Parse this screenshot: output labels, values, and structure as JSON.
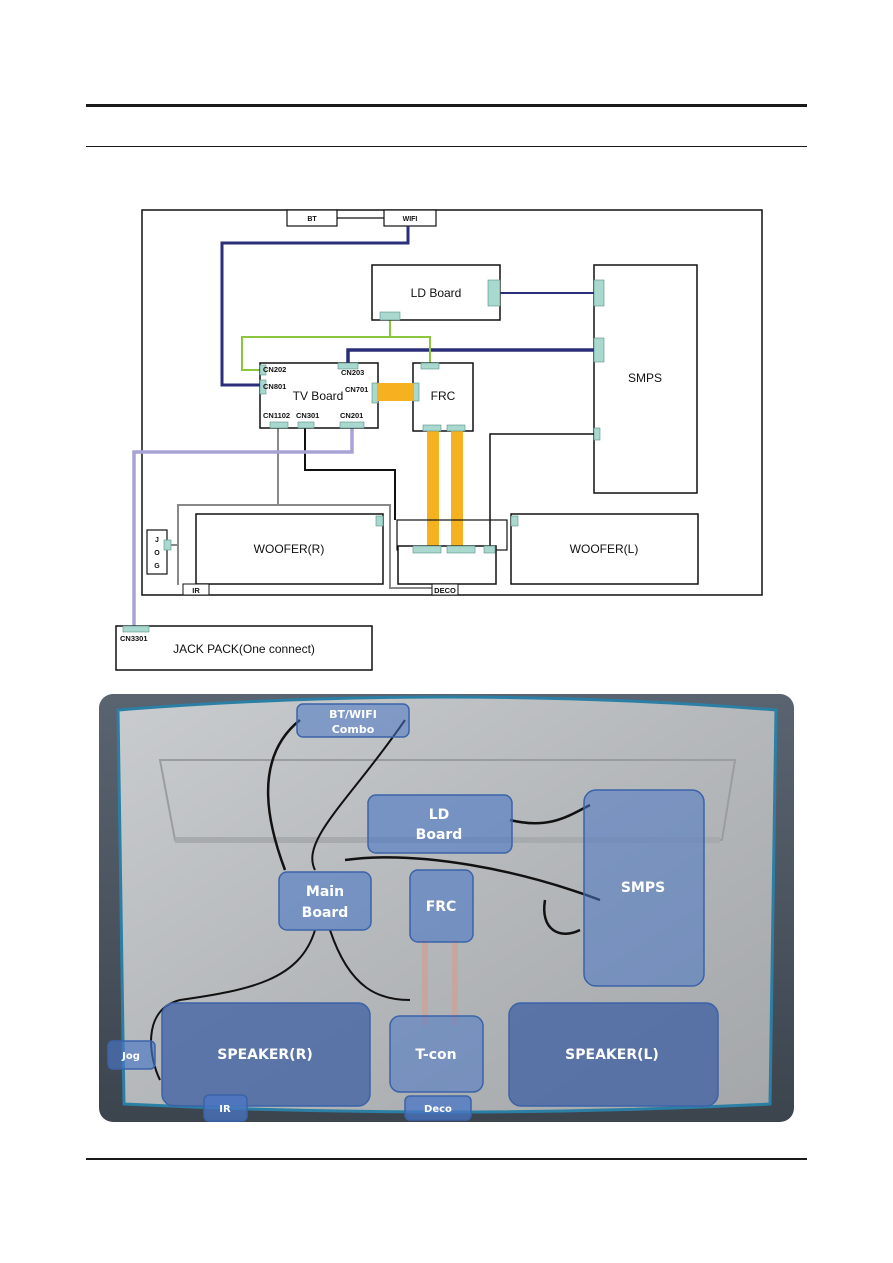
{
  "diagram": {
    "bt": "BT",
    "wifi": "WIFI",
    "ld_board": "LD Board",
    "smps": "SMPS",
    "tv_board": "TV Board",
    "frc": "FRC",
    "cn202": "CN202",
    "cn203": "CN203",
    "cn801": "CN801",
    "cn701": "CN701",
    "cn1102": "CN1102",
    "cn301": "CN301",
    "cn201": "CN201",
    "jog_j": "J",
    "jog_o": "O",
    "jog_g": "G",
    "woofer_r": "WOOFER(R)",
    "woofer_l": "WOOFER(L)",
    "ir": "IR",
    "deco": "DECO",
    "cn3301": "CN3301",
    "jack_pack": "JACK PACK(One connect)"
  },
  "photo": {
    "bt_wifi_1": "BT/WIFI",
    "bt_wifi_2": "Combo",
    "ld_1": "LD",
    "ld_2": "Board",
    "smps": "SMPS",
    "main_1": "Main",
    "main_2": "Board",
    "frc": "FRC",
    "speaker_r": "SPEAKER(R)",
    "tcon": "T-con",
    "speaker_l": "SPEAKER(L)",
    "jog": "Jog",
    "ir": "IR",
    "deco": "Deco"
  },
  "colors": {
    "navy_wire": "#2b2f7a",
    "green_wire": "#8cc63f",
    "orange_cable": "#f5b120",
    "lavender_wire": "#a7a3d6",
    "gray_wire": "#888888",
    "connector": "#a9d8cf",
    "highlight": "#4a76c4"
  }
}
